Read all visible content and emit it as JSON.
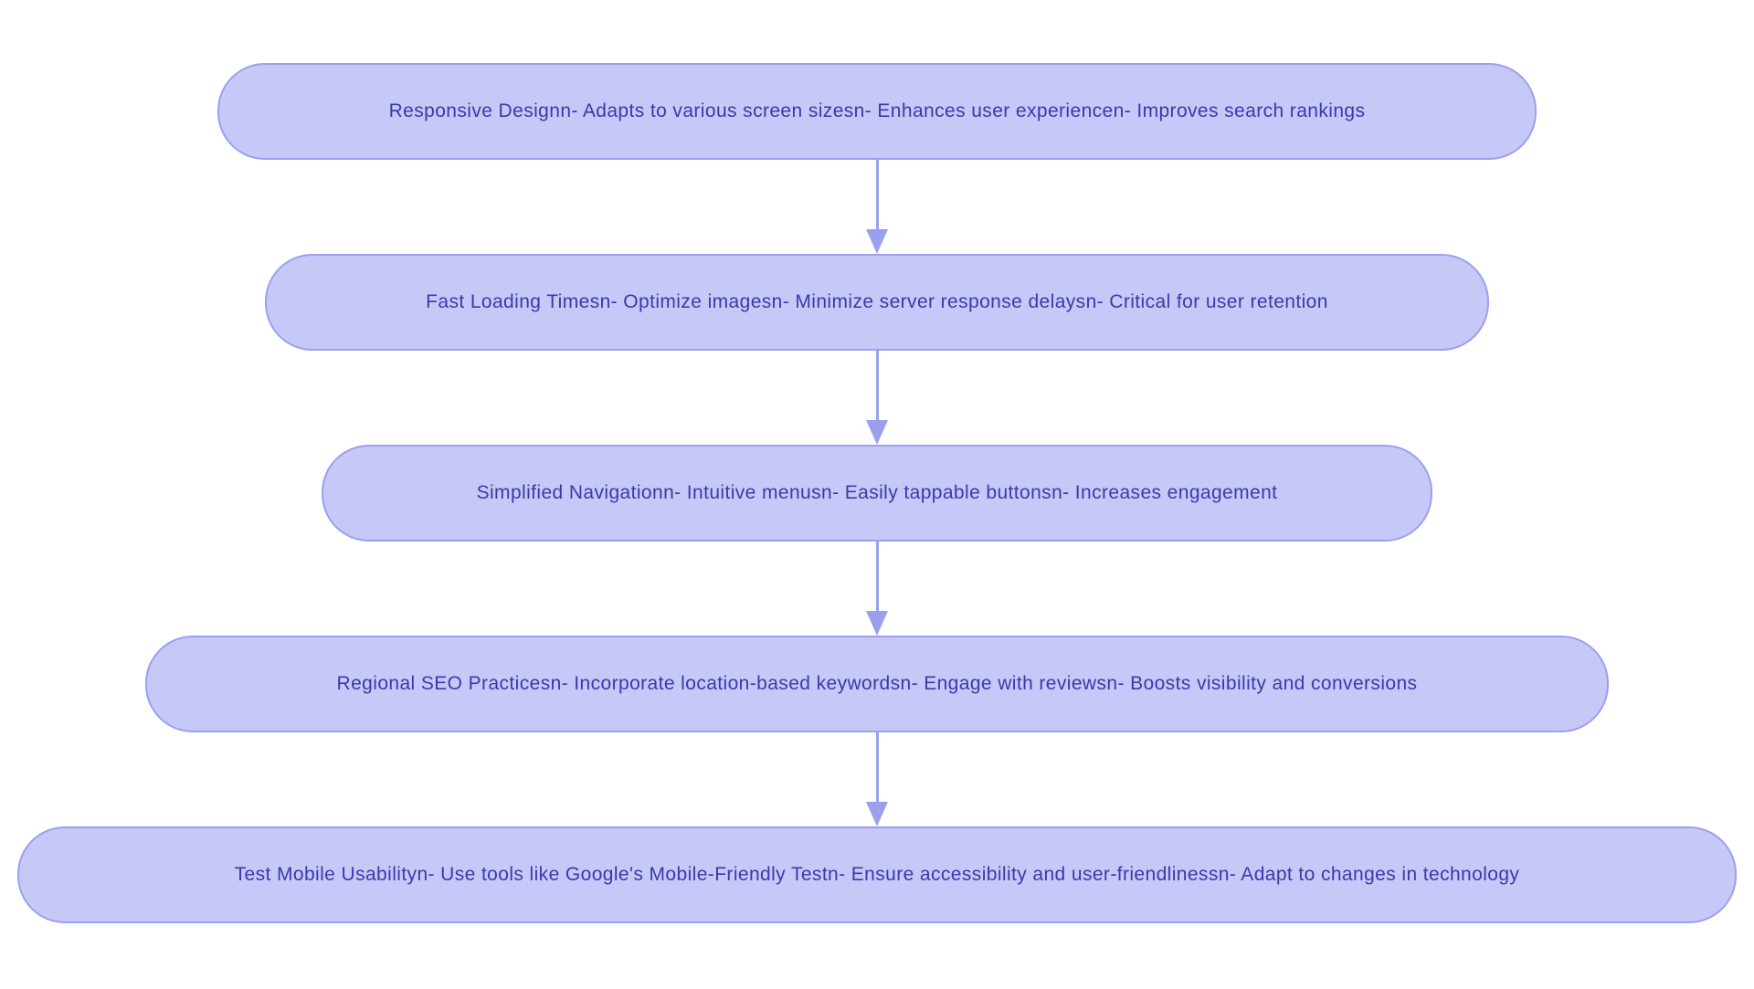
{
  "diagram": {
    "type": "flowchart",
    "direction": "top-down",
    "background_color": "#ffffff",
    "node_fill_color": "#c6c9f8",
    "node_border_color": "#9aa0ee",
    "node_text_color": "#3a39ab",
    "arrow_color": "#9aa0ee",
    "nodes": [
      {
        "id": "responsive-design",
        "label": "Responsive Designn- Adapts to various screen sizesn- Enhances user experiencen- Improves search rankings"
      },
      {
        "id": "fast-loading-times",
        "label": "Fast Loading Timesn- Optimize imagesn- Minimize server response delaysn- Critical for user retention"
      },
      {
        "id": "simplified-navigation",
        "label": "Simplified Navigationn- Intuitive menusn- Easily tappable buttonsn- Increases engagement"
      },
      {
        "id": "regional-seo",
        "label": "Regional SEO Practicesn- Incorporate location-based keywordsn- Engage with reviewsn- Boosts visibility and conversions"
      },
      {
        "id": "test-mobile-usability",
        "label": "Test Mobile Usabilityn- Use tools like Google's Mobile-Friendly Testn- Ensure accessibility and user-friendlinessn- Adapt to changes in technology"
      }
    ],
    "edges": [
      {
        "from": "responsive-design",
        "to": "fast-loading-times"
      },
      {
        "from": "fast-loading-times",
        "to": "simplified-navigation"
      },
      {
        "from": "simplified-navigation",
        "to": "regional-seo"
      },
      {
        "from": "regional-seo",
        "to": "test-mobile-usability"
      }
    ]
  }
}
